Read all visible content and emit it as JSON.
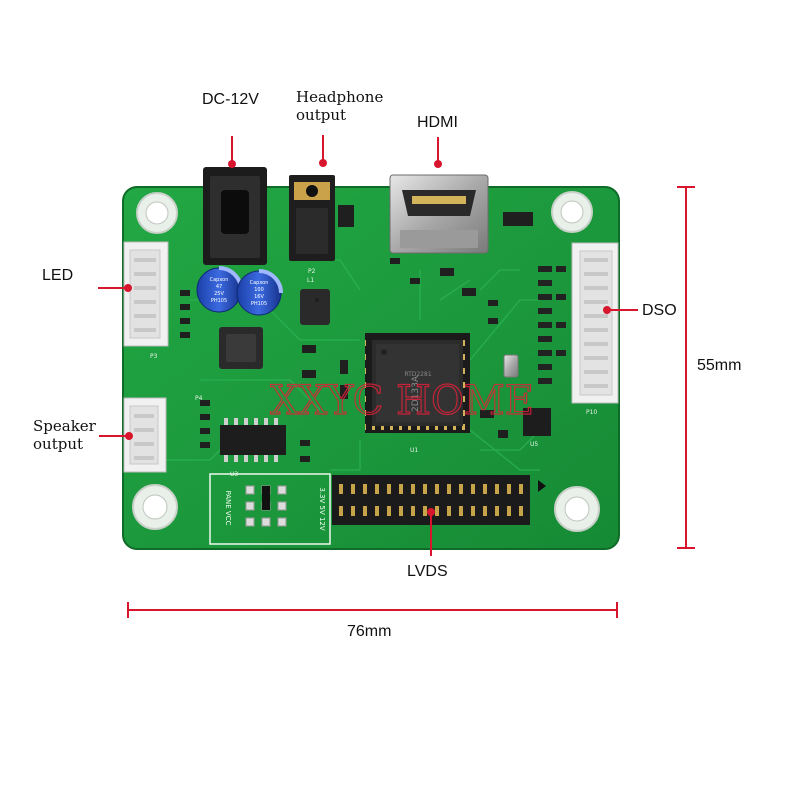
{
  "labels": {
    "dc": "DC-12V",
    "headphone": [
      "Headphone",
      "output"
    ],
    "hdmi": "HDMI",
    "led": "LED",
    "dso": "DSO",
    "speaker": [
      "Speaker",
      "output"
    ],
    "lvds": "LVDS",
    "height": "55mm",
    "width": "76mm"
  },
  "watermark": "XXYC HOME",
  "board_text": {
    "cap_left": [
      "Capxon",
      "47",
      "25V",
      "PH105"
    ],
    "cap_right": [
      "Capxon",
      "100",
      "16V",
      "PH105"
    ],
    "chip_mark": "2D133A",
    "chip_line2": "RTD2281",
    "panel_vcc": "PANE VCC",
    "voltages": "3.3V 5V 12V",
    "p2": "P2",
    "p3": "P3",
    "p4": "P4",
    "p10": "P10",
    "l1": "L1",
    "u1": "U1",
    "u3": "U3",
    "u5": "U5"
  },
  "colors": {
    "pcb": "#1a9a3c",
    "pcb_dark": "#12742c",
    "marker": "#d7162e"
  }
}
